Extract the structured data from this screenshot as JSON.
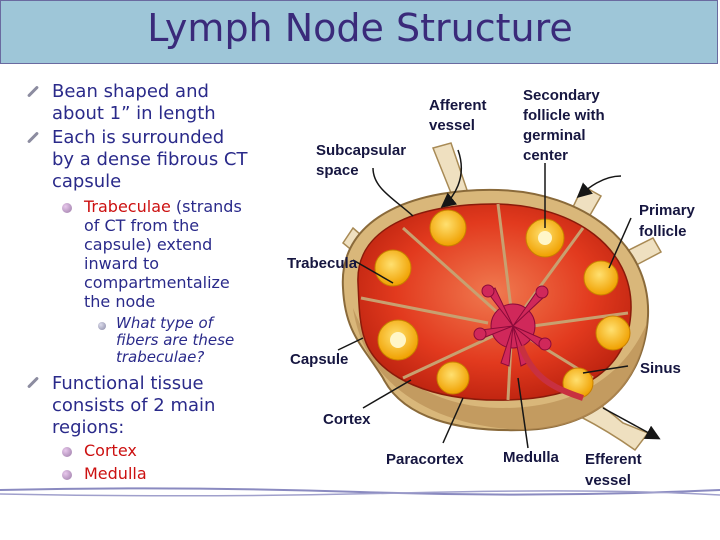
{
  "title": "Lymph Node Structure",
  "bullets": {
    "b1": {
      "lines": [
        "Bean shaped and",
        "about 1” in length"
      ]
    },
    "b2": {
      "lines": [
        "Each is surrounded",
        "by a dense fibrous CT",
        "capsule"
      ]
    },
    "sub1": {
      "term": "Trabeculae",
      "first_rest": " (strands",
      "lines": [
        "of CT from the",
        "capsule) extend",
        "inward to",
        "compartmentalize",
        "the node"
      ]
    },
    "subsub1": {
      "lines": [
        "What type of",
        "fibers are these",
        "trabeculae?"
      ]
    },
    "b3": {
      "lines": [
        "Functional tissue",
        "consists of 2 main",
        "regions:"
      ]
    },
    "sub2": "Cortex",
    "sub3": "Medulla"
  },
  "diagram": {
    "labels": {
      "afferent": [
        "Afferent",
        "vessel"
      ],
      "secondary": [
        "Secondary",
        "follicle with",
        "germinal",
        "center"
      ],
      "subcapsular": [
        "Subcapsular",
        "space"
      ],
      "primary": [
        "Primary",
        "follicle"
      ],
      "trabecula": "Trabecula",
      "capsule": "Capsule",
      "sinus": "Sinus",
      "cortex": "Cortex",
      "paracortex": "Paracortex",
      "medulla": "Medulla",
      "efferent": [
        "Efferent",
        "vessel"
      ]
    },
    "colors": {
      "capsule": "#c9a36a",
      "cortex": "#e23a1e",
      "follicle": "#f4b400",
      "medulla": "#d0285a"
    }
  }
}
